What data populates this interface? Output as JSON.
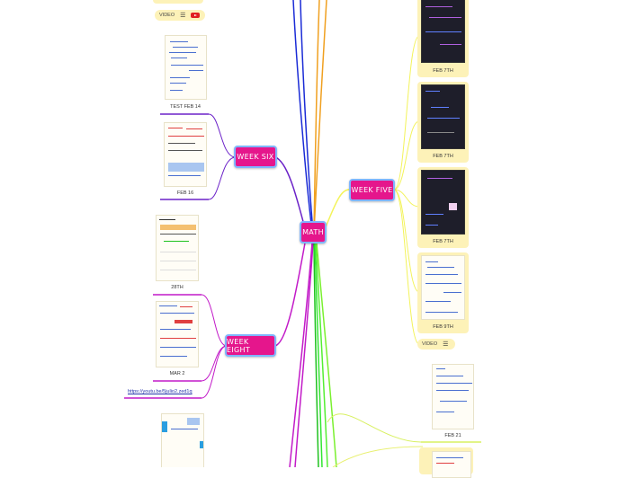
{
  "map": {
    "central": "MATH",
    "branches": {
      "week_six": "WEEK SIX",
      "week_five": "WEEK FIVE",
      "week_eight": "WEEK EIGHT"
    }
  },
  "left_items": {
    "video_label": "VIDEO",
    "test_caption": "TEST FEB 14",
    "feb16_caption": "FEB 16",
    "th28_caption": "28TH",
    "mar2_caption": "MAR 2",
    "link_text": "https://youtu.be/5julio2.zed1q"
  },
  "right_items": {
    "feb7_a": "FEB 7TH",
    "feb7_b": "FEB 7TH",
    "feb7_c": "FEB 7TH",
    "feb9": "FEB 9TH",
    "video_label": "VIDEO",
    "feb21": "FEB 21"
  },
  "icons": {
    "menu": "menu-icon",
    "youtube": "youtube-icon"
  },
  "colors": {
    "node_fill": "#e5168c",
    "node_border": "#7fb6ff",
    "card_fill": "#fdf2b8"
  }
}
